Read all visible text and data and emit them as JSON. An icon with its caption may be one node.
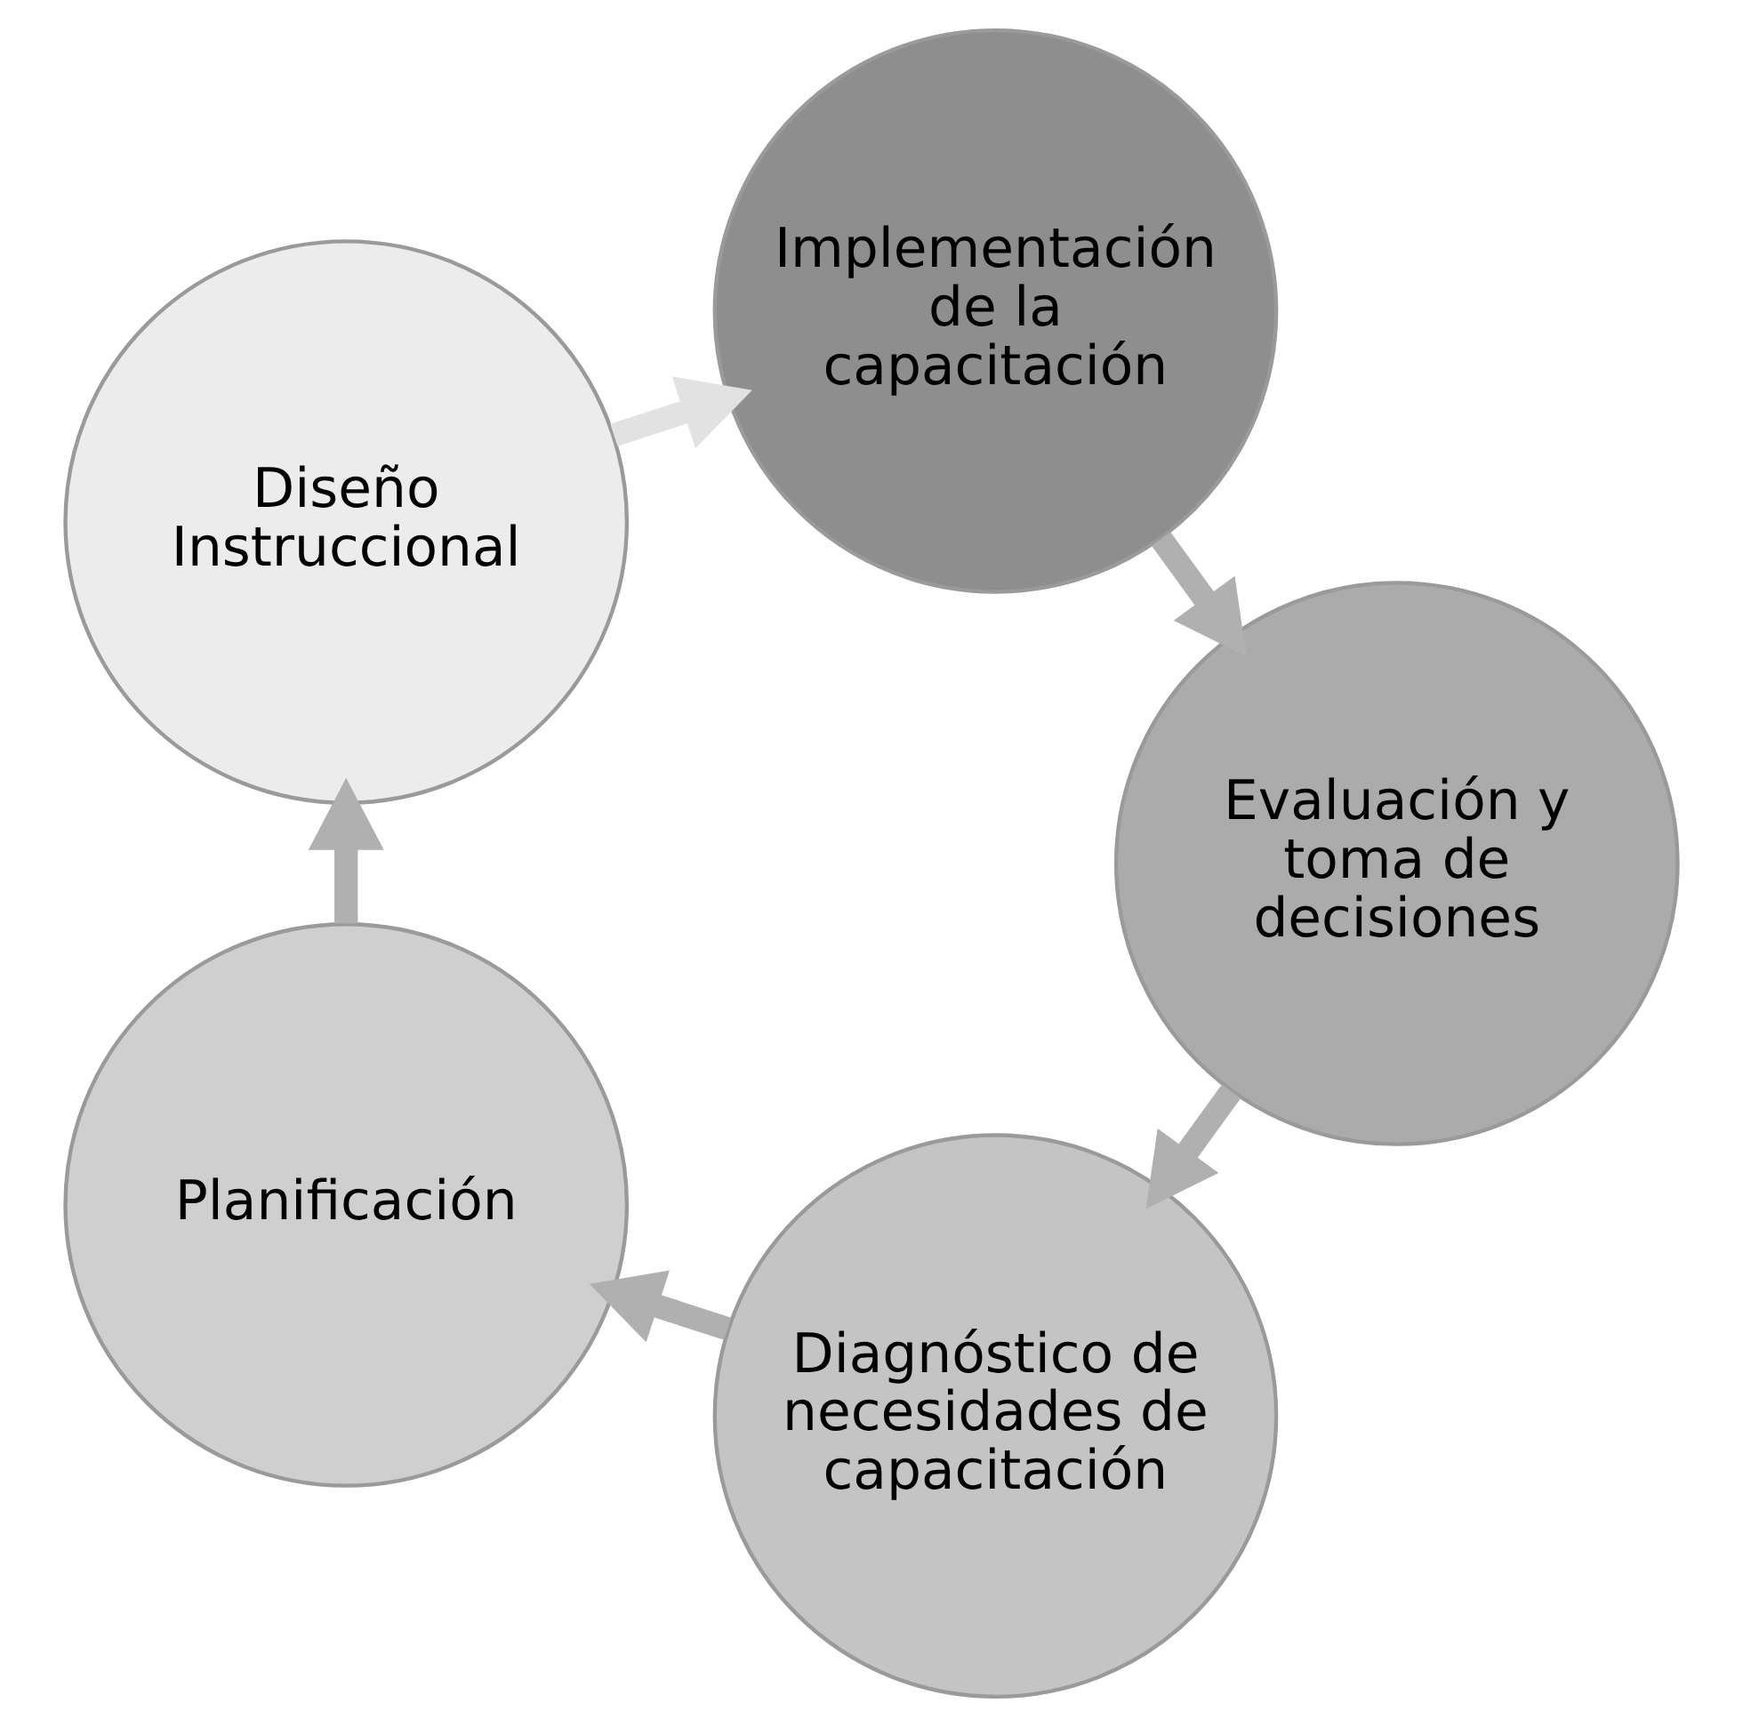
{
  "diagram": {
    "nodes": [
      {
        "text": [
          "Diagnóstico de necesidades de capacitación"
        ]
      },
      {
        "text": [
          "Planificación"
        ]
      },
      {
        "text": [
          "Diseño Instruccional"
        ]
      },
      {
        "text": [
          "Implementación de la capacitación"
        ]
      },
      {
        "text": [
          "Evaluación y toma de decisiones"
        ]
      }
    ],
    "edges": [
      {
        "from": 0,
        "to": 1,
        "arrow": "to"
      },
      {
        "from": 1,
        "to": 2,
        "arrow": "to"
      },
      {
        "from": 2,
        "to": 3,
        "arrow": "to",
        "color": "#e2e2e2"
      },
      {
        "from": 3,
        "to": 4,
        "arrow": "to"
      },
      {
        "from": 4,
        "to": 0,
        "arrow": "to"
      }
    ]
  }
}
